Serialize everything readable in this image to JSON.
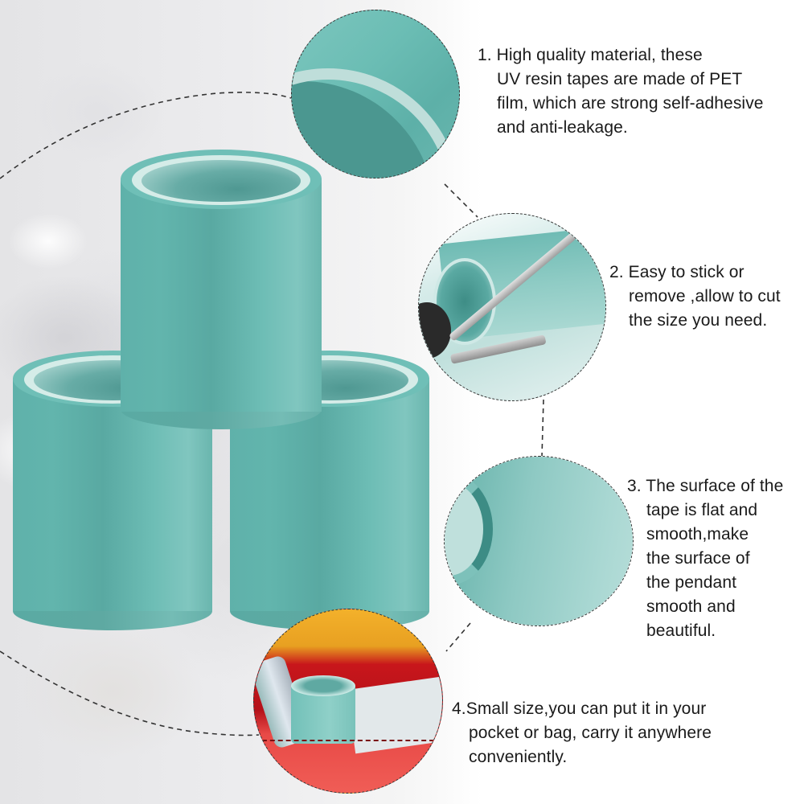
{
  "background": {
    "description": "blurred white bokeh background"
  },
  "product": {
    "name": "UV resin tape rolls",
    "roll_count": 3,
    "color": "#66b5ad"
  },
  "features": [
    {
      "number": "1.",
      "lines": [
        "High quality material, these",
        "UV resin tapes are made of PET",
        "film, which are strong self-adhesive",
        "and anti-leakage."
      ],
      "image_alt": "close-up of tape roll edge"
    },
    {
      "number": "2.",
      "lines": [
        "Easy to stick or",
        "remove ,allow to cut",
        "the size you need."
      ],
      "image_alt": "scissors cutting tape"
    },
    {
      "number": "3.",
      "lines": [
        "The surface of the",
        "tape is flat and",
        "smooth,make",
        "the surface of",
        "the pendant",
        "smooth and",
        "beautiful."
      ],
      "image_alt": "unrolled smooth tape surface"
    },
    {
      "number": "4.",
      "lines": [
        "Small size,you can put it in your",
        "pocket or bag, carry it anywhere",
        "conveniently."
      ],
      "image_alt": "tape roll in red bag"
    }
  ],
  "colors": {
    "text": "#1a1a1a",
    "dash": "#333333",
    "teal": "#66b5ad"
  }
}
